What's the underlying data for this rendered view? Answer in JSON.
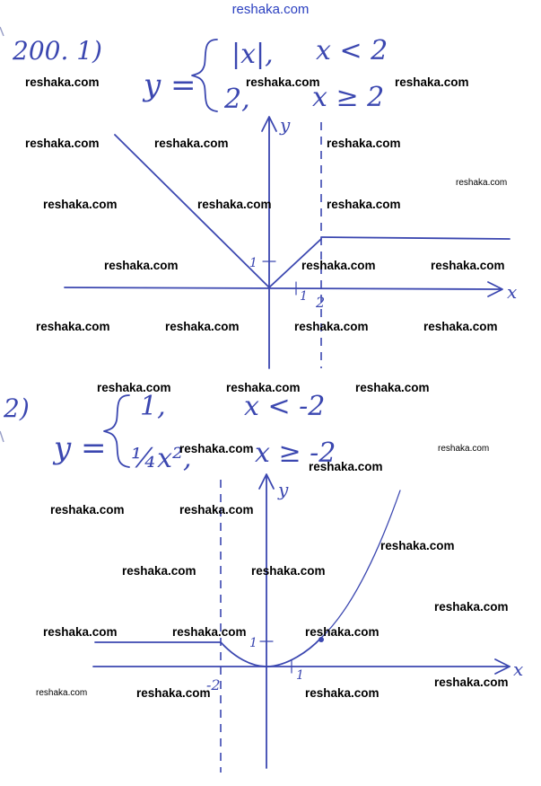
{
  "header": {
    "site_link": "reshaka.com"
  },
  "watermark": "reshaka.com",
  "problem1": {
    "label": "200. 1)",
    "func": "y =",
    "case1": "|x|,",
    "cond1": "x < 2",
    "case2": "2,",
    "cond2": "x ≥ 2",
    "axis_x": "x",
    "axis_y": "y",
    "tick_x1": "1",
    "tick_x2": "2",
    "tick_y1": "1"
  },
  "problem2": {
    "label": "2)",
    "func": "y =",
    "case1": "1,",
    "cond1": "x < -2",
    "case2": "¼x²,",
    "cond2": "x ≥ -2",
    "axis_x": "x",
    "axis_y": "y",
    "tick_x1": "1",
    "tick_xm2": "-2",
    "tick_y1": "1"
  }
}
